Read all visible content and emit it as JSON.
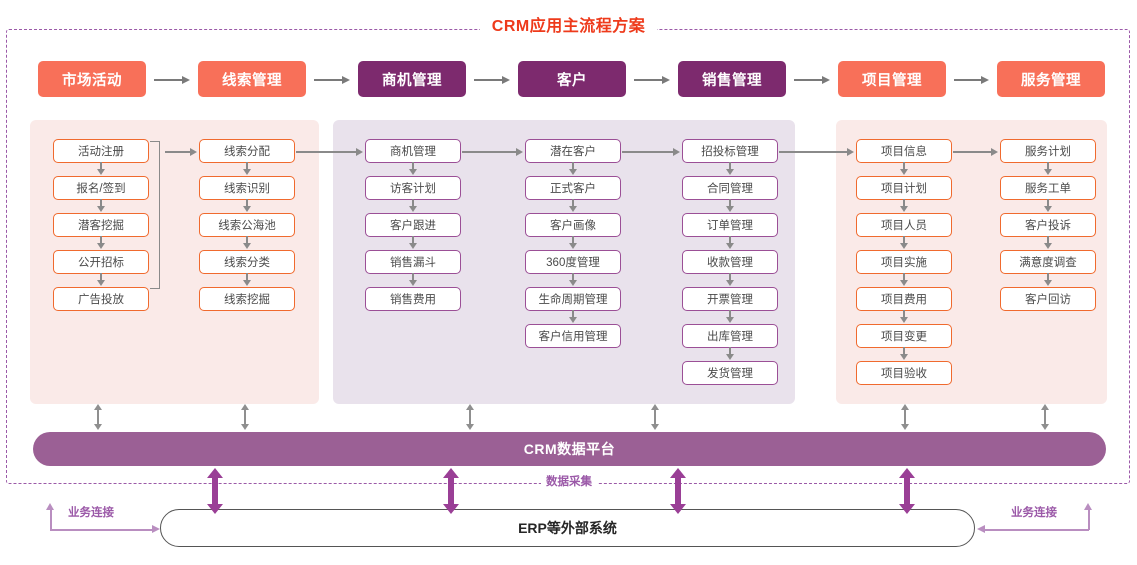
{
  "title": "CRM应用主流程方案",
  "headers": [
    {
      "label": "市场活动",
      "color": "#f87059",
      "style": "orange"
    },
    {
      "label": "线索管理",
      "color": "#f87059",
      "style": "orange"
    },
    {
      "label": "商机管理",
      "color": "#7d2a6e",
      "style": "purple"
    },
    {
      "label": "客户",
      "color": "#7d2a6e",
      "style": "purple"
    },
    {
      "label": "销售管理",
      "color": "#7d2a6e",
      "style": "purple"
    },
    {
      "label": "项目管理",
      "color": "#f87059",
      "style": "orange"
    },
    {
      "label": "服务管理",
      "color": "#f87059",
      "style": "orange"
    }
  ],
  "panels": [
    {
      "name": "marketing-lead-panel",
      "bg": "#faeae8"
    },
    {
      "name": "opportunity-customer-panel",
      "bg": "#e9e2ec"
    },
    {
      "name": "project-service-panel",
      "bg": "#faeae8"
    }
  ],
  "columns": [
    {
      "name": "market-activity",
      "style": "orange",
      "items": [
        "活动注册",
        "报名/签到",
        "潜客挖掘",
        "公开招标",
        "广告投放"
      ]
    },
    {
      "name": "lead-management",
      "style": "orange",
      "items": [
        "线索分配",
        "线索识别",
        "线索公海池",
        "线索分类",
        "线索挖掘"
      ]
    },
    {
      "name": "opportunity-management",
      "style": "purple",
      "items": [
        "商机管理",
        "访客计划",
        "客户跟进",
        "销售漏斗",
        "销售费用"
      ]
    },
    {
      "name": "customer",
      "style": "purple",
      "items": [
        "潜在客户",
        "正式客户",
        "客户画像",
        "360度管理",
        "生命周期管理",
        "客户信用管理"
      ]
    },
    {
      "name": "sales-management",
      "style": "purple",
      "items": [
        "招投标管理",
        "合同管理",
        "订单管理",
        "收款管理",
        "开票管理",
        "出库管理",
        "发货管理"
      ]
    },
    {
      "name": "project-management",
      "style": "orange",
      "items": [
        "项目信息",
        "项目计划",
        "项目人员",
        "项目实施",
        "项目费用",
        "项目变更",
        "项目验收"
      ]
    },
    {
      "name": "service-management",
      "style": "orange",
      "items": [
        "服务计划",
        "服务工单",
        "客户投诉",
        "满意度调查",
        "客户回访"
      ]
    }
  ],
  "platform": {
    "label": "CRM数据平台",
    "color": "#9b6095"
  },
  "data_collection_label": "数据采集",
  "external_system": {
    "label": "ERP等外部系统"
  },
  "business_connection_left": "业务连接",
  "business_connection_right": "业务连接",
  "colors": {
    "title": "#ee3a1b",
    "orange_header": "#f87059",
    "purple_header": "#7d2a6e",
    "orange_box_border": "#f06a2e",
    "purple_box_border": "#9b4f96",
    "pink_panel": "#faeae8",
    "lilac_panel": "#e9e2ec",
    "platform": "#9b6095",
    "dashed_frame": "#9b59a8",
    "big_arrow": "#9a3f96",
    "connector": "#8a8a8a"
  }
}
